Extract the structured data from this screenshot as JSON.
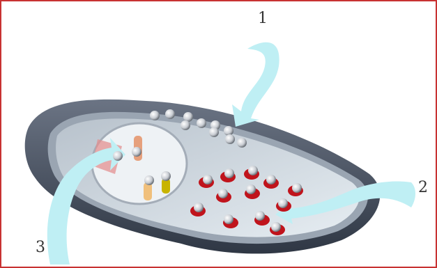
{
  "labels": {
    "one": "1",
    "two": "2",
    "three": "3"
  },
  "colors": {
    "frame": "#c83232",
    "arrow": "#bfeff4",
    "shell": "#4a5566",
    "membrane": "#c9d1da",
    "interior": "#dde6ec",
    "red_particle": "#c0141c",
    "white_particle": "#e8eaec"
  }
}
